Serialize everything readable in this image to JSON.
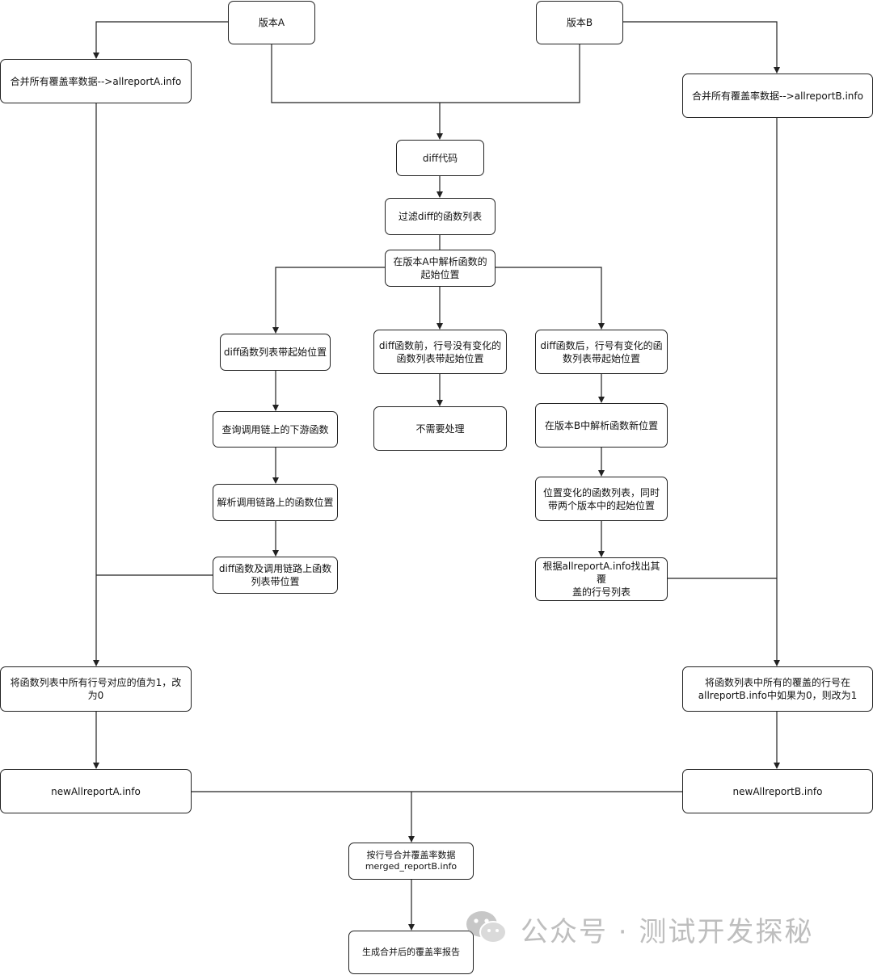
{
  "nodes": [
    {
      "id": "versionA",
      "label": "版本A"
    },
    {
      "id": "versionB",
      "label": "版本B"
    },
    {
      "id": "mergeA",
      "label": "合并所有覆盖率数据-->allreportA.info"
    },
    {
      "id": "mergeB",
      "label": "合并所有覆盖率数据-->allreportB.info"
    },
    {
      "id": "diffCode",
      "label": "diff代码"
    },
    {
      "id": "filterDiff",
      "label": "过滤diff的函数列表"
    },
    {
      "id": "parseStartA",
      "label": "在版本A中解析函数的\n起始位置"
    },
    {
      "id": "diffFuncsWithStart",
      "label": "diff函数列表带起始位置"
    },
    {
      "id": "beforeNoChange",
      "label": "diff函数前，行号没有变化的\n函数列表带起始位置"
    },
    {
      "id": "afterChange",
      "label": "diff函数后，行号有变化的函\n数列表带起始位置"
    },
    {
      "id": "queryDownstream",
      "label": "查询调用链上的下游函数"
    },
    {
      "id": "noProcess",
      "label": "不需要处理"
    },
    {
      "id": "parseNewPosB",
      "label": "在版本B中解析函数新位置"
    },
    {
      "id": "parseChainPos",
      "label": "解析调用链路上的函数位置"
    },
    {
      "id": "posChangedList",
      "label": "位置变化的函数列表，同时\n带两个版本中的起始位置"
    },
    {
      "id": "diffAndChain",
      "label": "diff函数及调用链路上函数\n列表带位置"
    },
    {
      "id": "findCoveredLines",
      "label": "根据allreportA.info找出其覆\n盖的行号列表"
    },
    {
      "id": "setZero",
      "label": "将函数列表中所有行号对应的值为1，改\n为0"
    },
    {
      "id": "setOne",
      "label": "将函数列表中所有的覆盖的行号在\nallreportB.info中如果为0，则改为1"
    },
    {
      "id": "newA",
      "label": "newAllreportA.info"
    },
    {
      "id": "newB",
      "label": "newAllreportB.info"
    },
    {
      "id": "mergeByLine",
      "label": "按行号合并覆盖率数据\nmerged_reportB.info"
    },
    {
      "id": "genReport",
      "label": "生成合并后的覆盖率报告"
    }
  ],
  "watermark": {
    "icon": "wechat-icon",
    "text": "公众号 · 测试开发探秘"
  },
  "colors": {
    "stroke": "#222222",
    "text": "#111111",
    "watermark": "#8a8a8a"
  }
}
